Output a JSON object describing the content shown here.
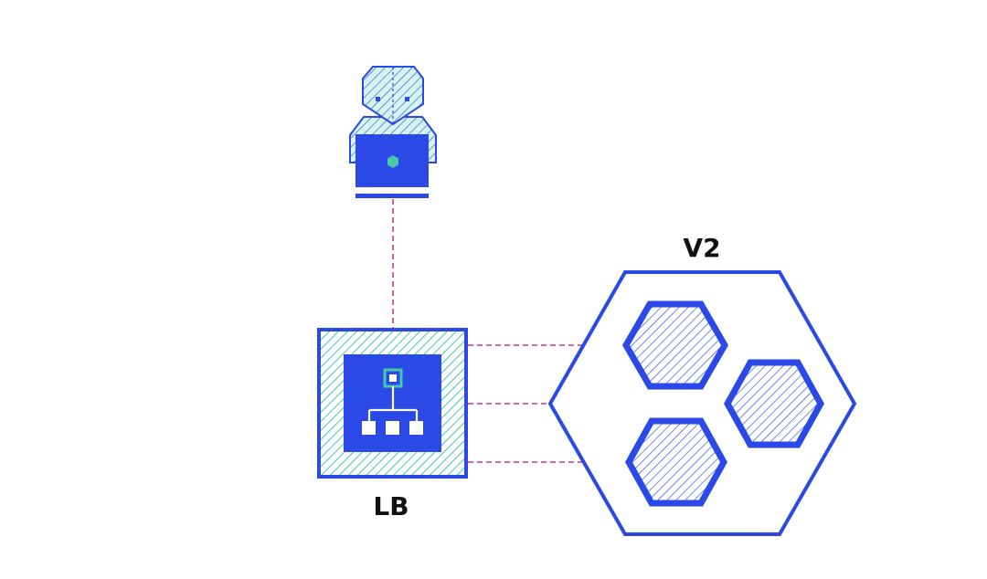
{
  "labels": {
    "load_balancer": "LB",
    "cluster": "V2"
  },
  "nodes": [
    {
      "name": "user",
      "icon": "user-with-laptop-icon"
    },
    {
      "name": "load-balancer",
      "icon": "load-balancer-icon"
    },
    {
      "name": "cluster",
      "icon": "cluster-hexagon-icon"
    },
    {
      "name": "pod-1",
      "icon": "pod-hexagon-icon"
    },
    {
      "name": "pod-2",
      "icon": "pod-hexagon-icon"
    },
    {
      "name": "pod-3",
      "icon": "pod-hexagon-icon"
    }
  ],
  "edges": [
    {
      "from": "user",
      "to": "load-balancer"
    },
    {
      "from": "load-balancer",
      "to": "pod-1"
    },
    {
      "from": "load-balancer",
      "to": "pod-2"
    },
    {
      "from": "load-balancer",
      "to": "pod-3"
    }
  ],
  "colors": {
    "primary_blue": "#2b49e6",
    "teal": "#47c9a8",
    "light_teal": "#c8f0ea",
    "connector_pink": "#d63384"
  }
}
